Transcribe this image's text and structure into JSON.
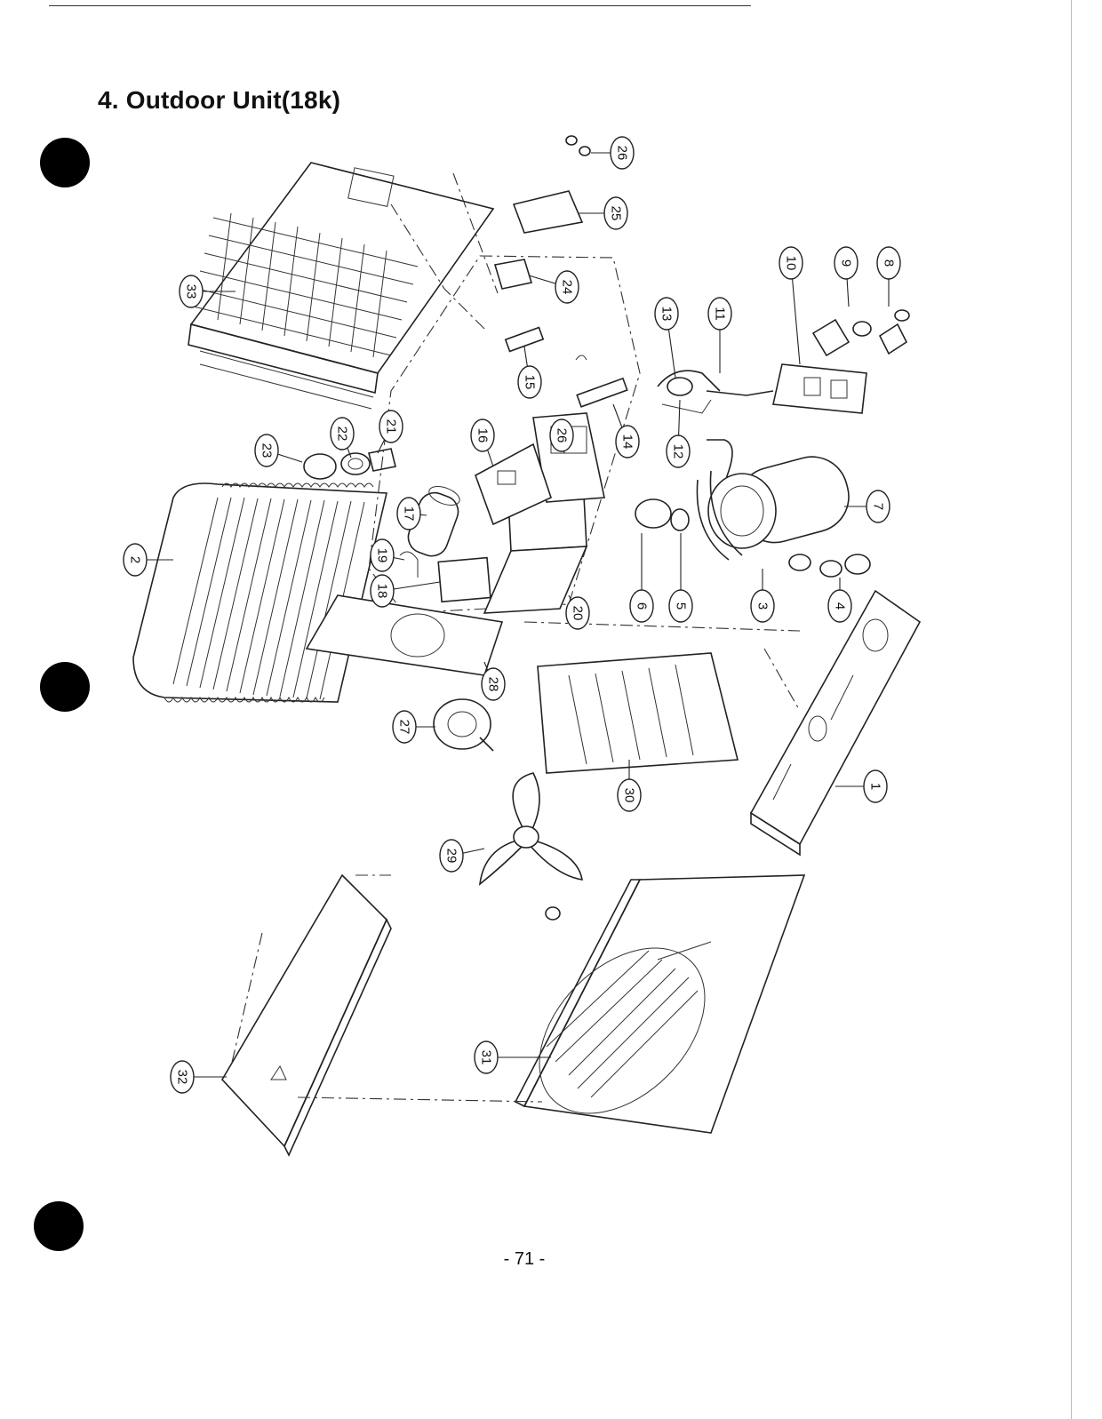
{
  "page": {
    "title": "4. Outdoor Unit(18k)",
    "page_number": "- 71 -"
  },
  "callouts": [
    "1",
    "2",
    "3",
    "4",
    "5",
    "6",
    "7",
    "8",
    "9",
    "10",
    "11",
    "12",
    "13",
    "14",
    "15",
    "16",
    "17",
    "18",
    "19",
    "20",
    "21",
    "22",
    "23",
    "24",
    "25",
    "26",
    "26",
    "27",
    "28",
    "29",
    "30",
    "31",
    "32",
    "33"
  ]
}
